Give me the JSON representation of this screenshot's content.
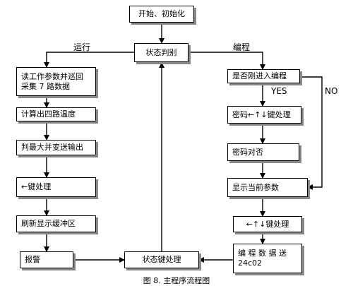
{
  "diagram": {
    "nodes": {
      "start": "开始、初始化",
      "state_judge": "状态判别",
      "read_params": "读工作参数并巡回\n采集 7 路数据",
      "calc_temp": "计算出四路温度",
      "judge_max": "判最大并变送输出",
      "key_left": "←键处理",
      "refresh": "刷新显示缓冲区",
      "alarm": "报警",
      "state_key": "状态键处理",
      "is_program": "是否刚进入编程",
      "pwd_keys": "密码←↑↓键处理",
      "pwd_check": "密码对否",
      "show_params": "显示当前参数",
      "param_keys": "←↑↓键处理",
      "prog_send": "编 程 数 据 送\n24c02"
    },
    "edge_labels": {
      "run": "运行",
      "program": "编程",
      "yes": "YES",
      "no": "NO"
    },
    "caption": "图 8. 主程序流程图"
  }
}
